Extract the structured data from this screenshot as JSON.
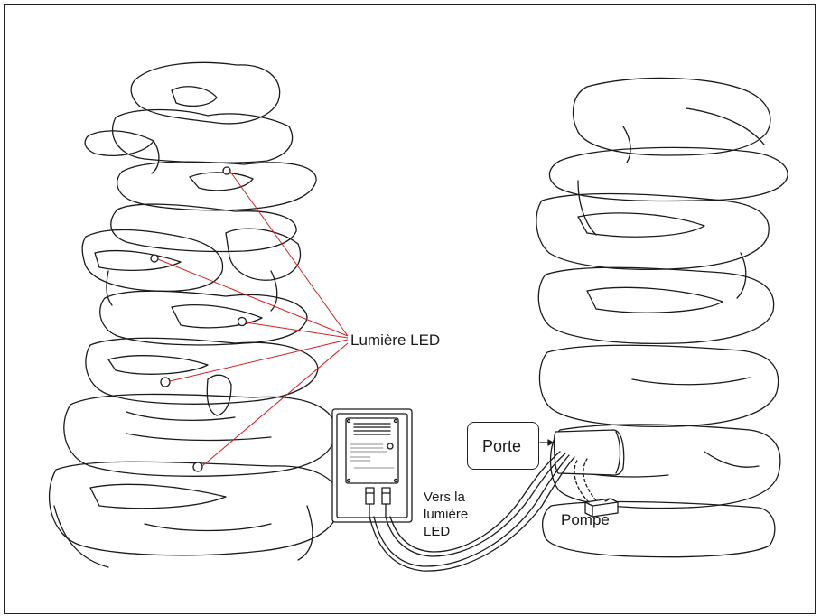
{
  "labels": {
    "led": "Lumière LED",
    "porte": "Porte",
    "pompe": "Pompe",
    "vers_line1": "Vers la",
    "vers_line2": "lumière",
    "vers_line3": "LED"
  },
  "colors": {
    "line": "#1a1a1a",
    "leader": "#d42020",
    "background": "#ffffff"
  }
}
